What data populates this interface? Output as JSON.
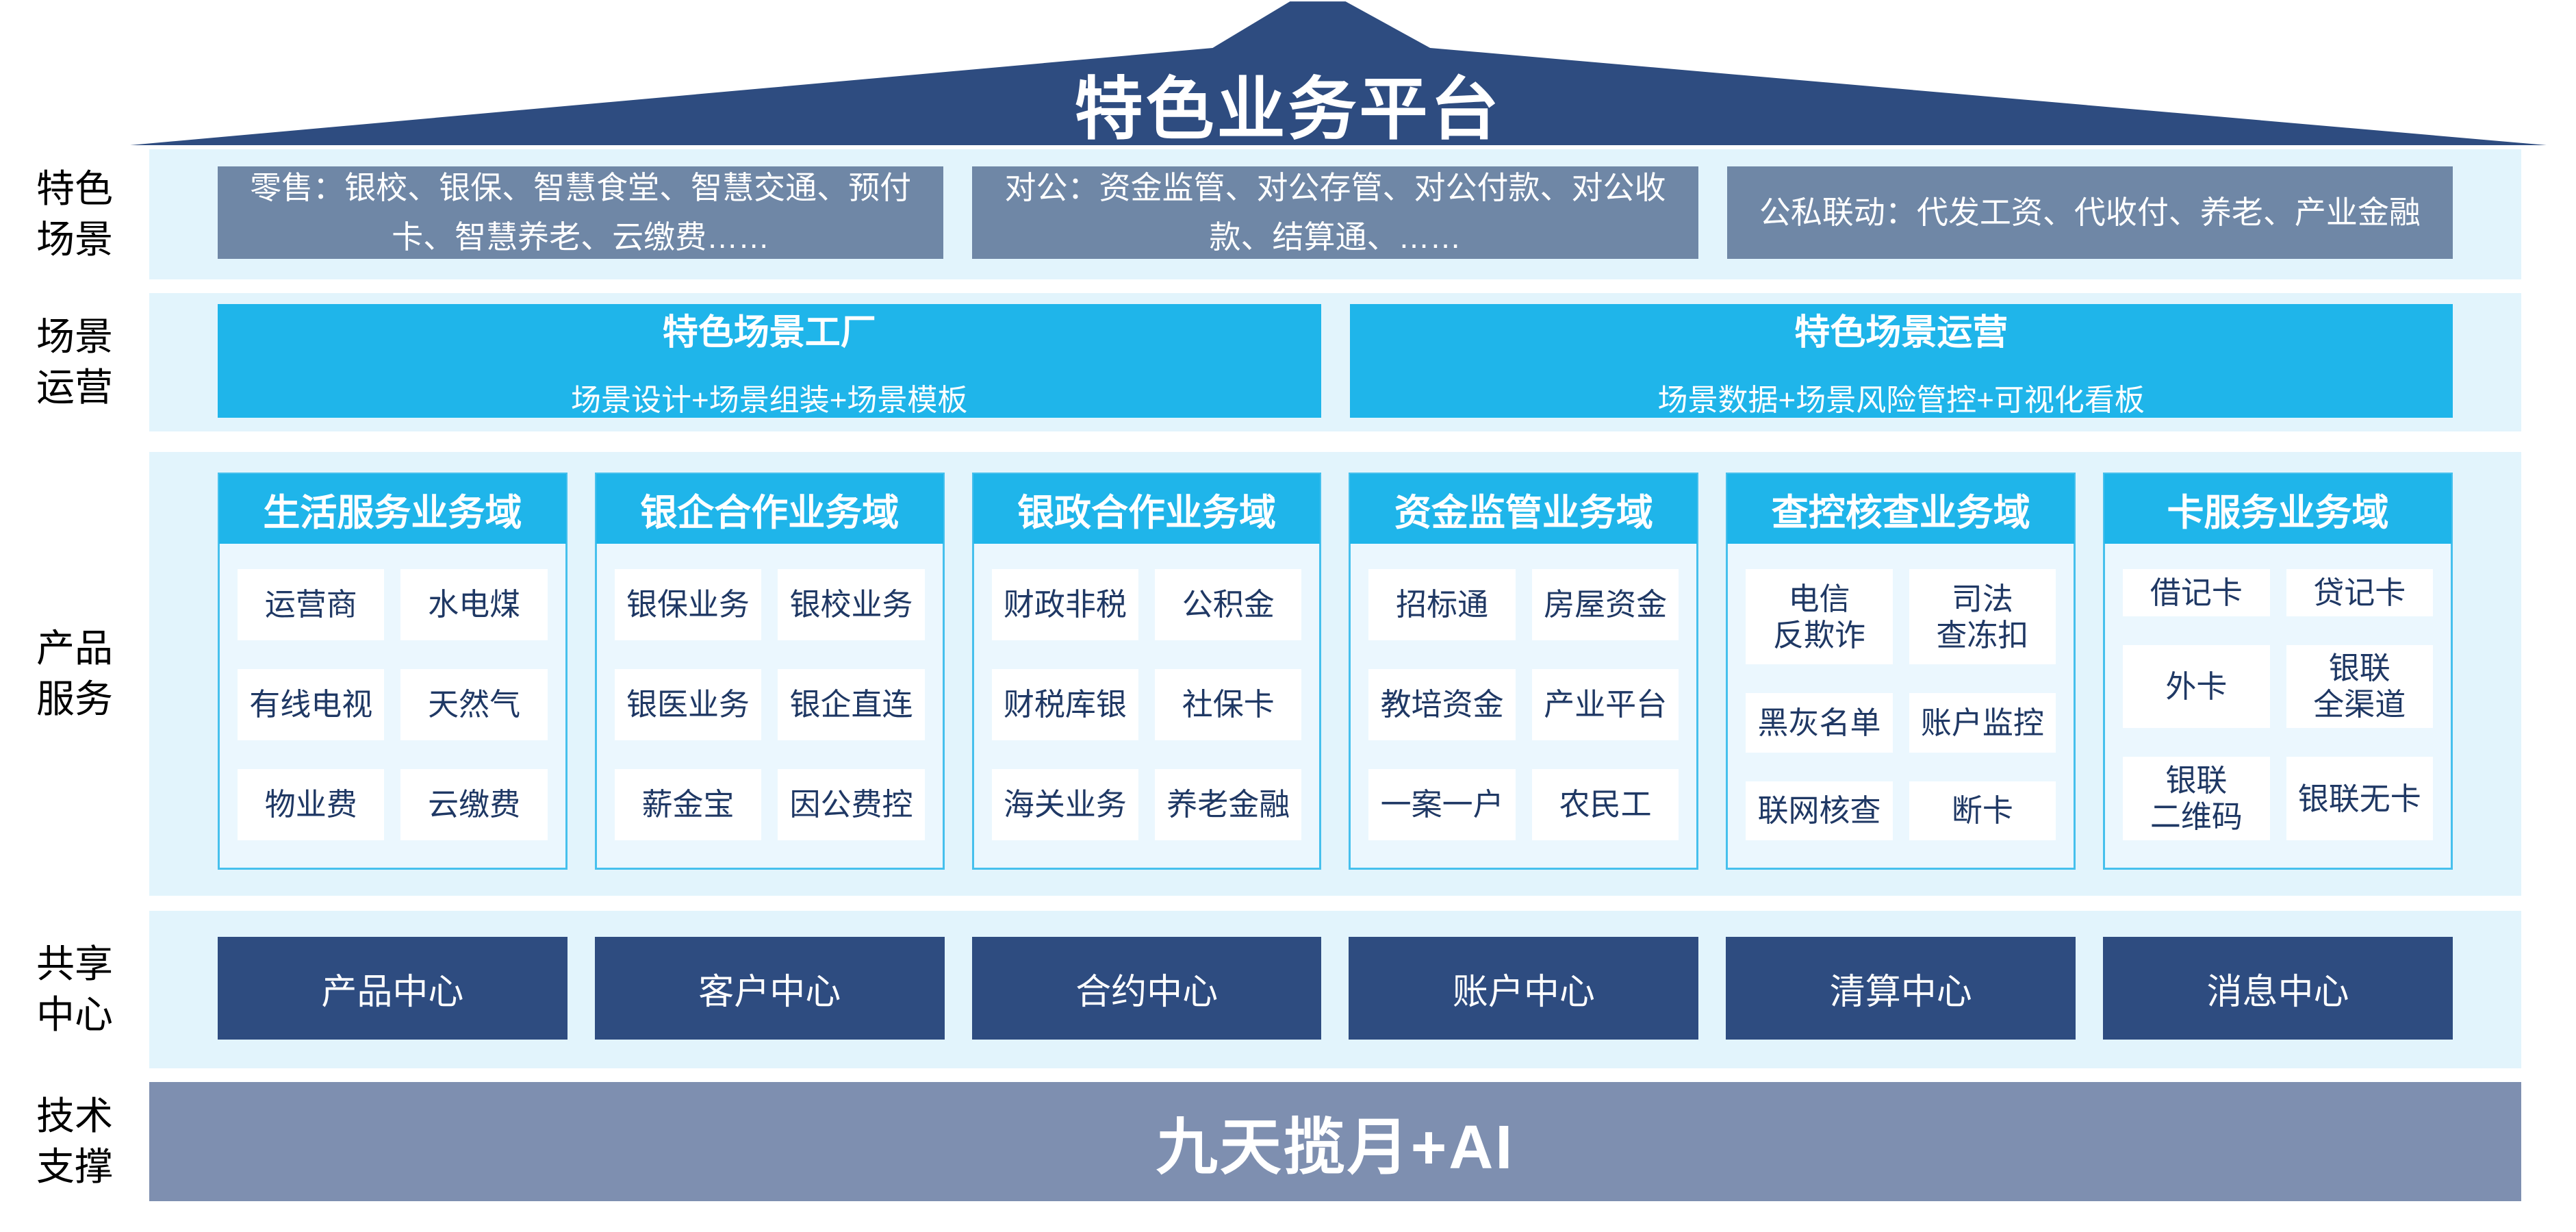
{
  "colors": {
    "navy": "#2E4C80",
    "cyan": "#1FB5EA",
    "cyan_border": "#46C0ED",
    "slate_box": "#6F87A6",
    "tech_bar": "#7E8FB0",
    "strip_bg": "#E2F4FC",
    "column_body_bg": "#EBF7FE",
    "cell_text": "#1F3864"
  },
  "roof": {
    "title": "特色业务平台"
  },
  "side_labels": {
    "scene": "特色\n场景",
    "ops": "场景\n运营",
    "product": "产品\n服务",
    "share": "共享\n中心",
    "tech": "技术\n支撑"
  },
  "scene_row": {
    "boxes": [
      "零售：银校、银保、智慧食堂、智慧交通、预付卡、智慧养老、云缴费……",
      "对公：资金监管、对公存管、对公付款、对公收款、结算通、……",
      "公私联动：代发工资、代收付、养老、产业金融"
    ]
  },
  "ops_row": {
    "boxes": [
      {
        "title": "特色场景工厂",
        "subtitle": "场景设计+场景组装+场景模板"
      },
      {
        "title": "特色场景运营",
        "subtitle": "场景数据+场景风险管控+可视化看板"
      }
    ]
  },
  "product_row": {
    "columns": [
      {
        "header": "生活服务业务域",
        "cells": [
          "运营商",
          "水电煤",
          "有线电视",
          "天然气",
          "物业费",
          "云缴费"
        ]
      },
      {
        "header": "银企合作业务域",
        "cells": [
          "银保业务",
          "银校业务",
          "银医业务",
          "银企直连",
          "薪金宝",
          "因公费控"
        ]
      },
      {
        "header": "银政合作业务域",
        "cells": [
          "财政非税",
          "公积金",
          "财税库银",
          "社保卡",
          "海关业务",
          "养老金融"
        ]
      },
      {
        "header": "资金监管业务域",
        "cells": [
          "招标通",
          "房屋资金",
          "教培资金",
          "产业平台",
          "一案一户",
          "农民工"
        ]
      },
      {
        "header": "查控核查业务域",
        "cells": [
          "电信\n反欺诈",
          "司法\n查冻扣",
          "黑灰名单",
          "账户监控",
          "联网核查",
          "断卡"
        ]
      },
      {
        "header": "卡服务业务域",
        "cells": [
          "借记卡",
          "贷记卡",
          "外卡",
          "银联\n全渠道",
          "银联\n二维码",
          "银联无卡"
        ]
      }
    ]
  },
  "share_row": {
    "boxes": [
      "产品中心",
      "客户中心",
      "合约中心",
      "账户中心",
      "清算中心",
      "消息中心"
    ]
  },
  "tech_row": {
    "label": "九天揽月+AI"
  }
}
